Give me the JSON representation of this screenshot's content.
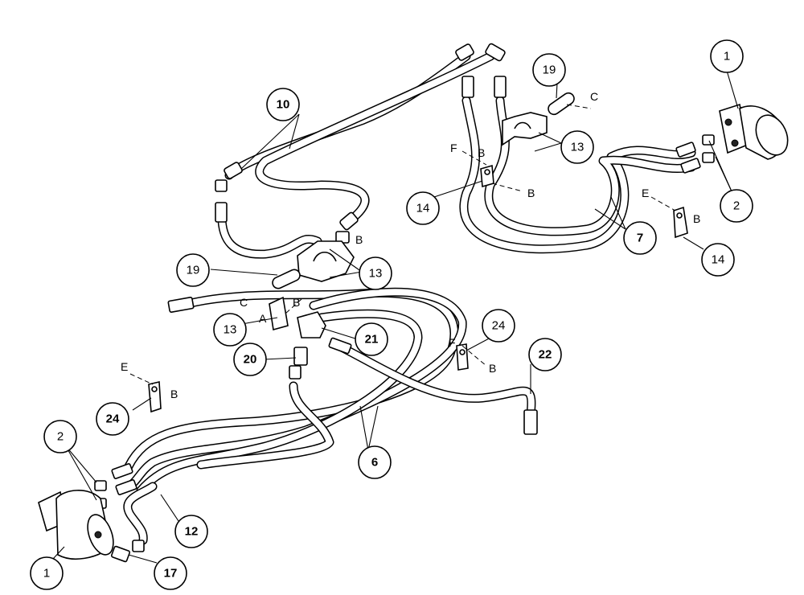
{
  "callouts": {
    "c1_top": "1",
    "c2_right": "2",
    "c19_top": "19",
    "c13_top": "13",
    "c14_left": "14",
    "c7": "7",
    "c14_right": "14",
    "c10": "10",
    "c19_mid": "19",
    "c13_mid": "13",
    "c13_left": "13",
    "c21": "21",
    "c20": "20",
    "c24_right": "24",
    "c22": "22",
    "c24_left": "24",
    "c6": "6",
    "c2_left": "2",
    "c12": "12",
    "c1_bottom": "1",
    "c17": "17"
  },
  "letters": {
    "C_top": "C",
    "F_top": "F",
    "B_top1": "B",
    "B_top2": "B",
    "E_right": "E",
    "B_right": "B",
    "B_mid1": "B",
    "C_mid": "C",
    "B_mid2": "B",
    "A_mid": "A",
    "F_right": "F",
    "B_right2": "B",
    "E_left": "E",
    "B_left": "B"
  },
  "colors": {
    "line": "#000000",
    "background": "#ffffff"
  }
}
